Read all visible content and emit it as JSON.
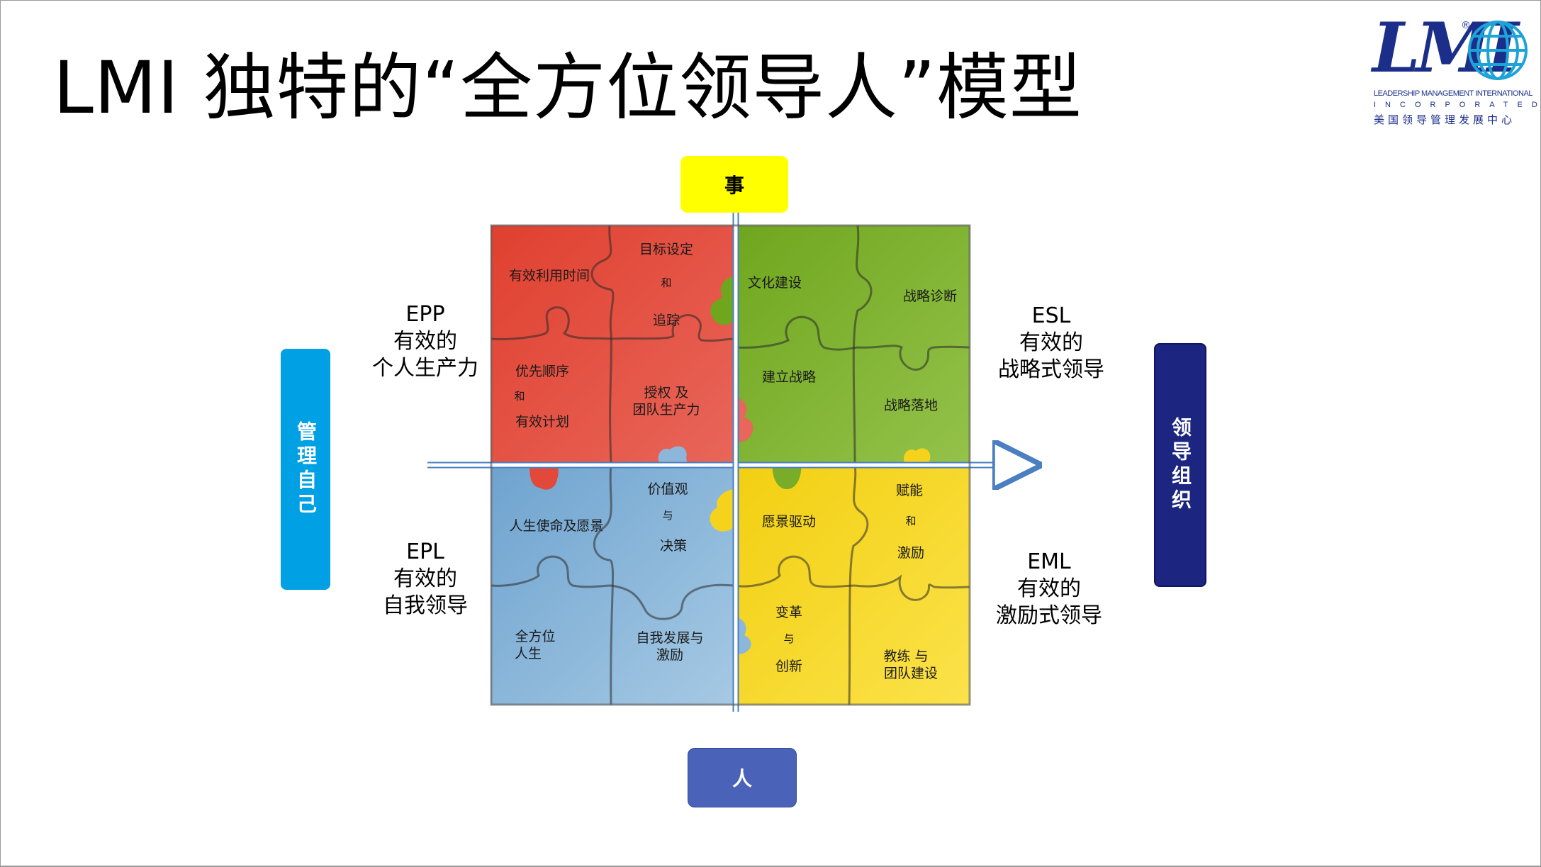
{
  "slide": {
    "title": "LMI 独特的“全方位领导人”模型"
  },
  "logo": {
    "brand": "LMI",
    "registered": "®",
    "line1": "LEADERSHIP MANAGEMENT INTERNATIONAL",
    "line2": "INCORPORATED",
    "line3": "美国领导管理发展中心"
  },
  "axes": {
    "top": "事",
    "bottom": "人",
    "left": "管理自己",
    "right": "领导组织"
  },
  "quadrants": {
    "epp": {
      "code": "EPP",
      "line1": "有效的",
      "line2": "个人生产力"
    },
    "esl": {
      "code": "ESL",
      "line1": "有效的",
      "line2": "战略式领导"
    },
    "epl": {
      "code": "EPL",
      "line1": "有效的",
      "line2": "自我领导"
    },
    "eml": {
      "code": "EML",
      "line1": "有效的",
      "line2": "激励式领导"
    }
  },
  "pieces": {
    "red": {
      "p1": "有效利用时间",
      "p2": [
        "目标设定",
        "和",
        "追踪"
      ],
      "p3": [
        "优先顺序",
        "和",
        "有效计划"
      ],
      "p4": [
        "授权 及",
        "团队生产力"
      ]
    },
    "green": {
      "p1": "文化建设",
      "p2": "战略诊断",
      "p3": "建立战略",
      "p4": "战略落地"
    },
    "blue": {
      "p1": "人生使命及愿景",
      "p2": [
        "价值观",
        "与",
        "决策"
      ],
      "p3": [
        "全方位",
        "人生"
      ],
      "p4": [
        "自我发展与",
        "激励"
      ]
    },
    "yellow": {
      "p1": "愿景驱动",
      "p2": [
        "赋能",
        "和",
        "激励"
      ],
      "p3": [
        "变革",
        "与",
        "创新"
      ],
      "p4": [
        "教练 与",
        "团队建设"
      ]
    }
  },
  "colors": {
    "red": "#e2493a",
    "green": "#79ac28",
    "blue": "#7fb0d6",
    "yellow": "#f5d31c",
    "axis_top": "#ffff00",
    "axis_bottom": "#4a63b8",
    "axis_left": "#00a0e4",
    "axis_right": "#1c2680"
  }
}
